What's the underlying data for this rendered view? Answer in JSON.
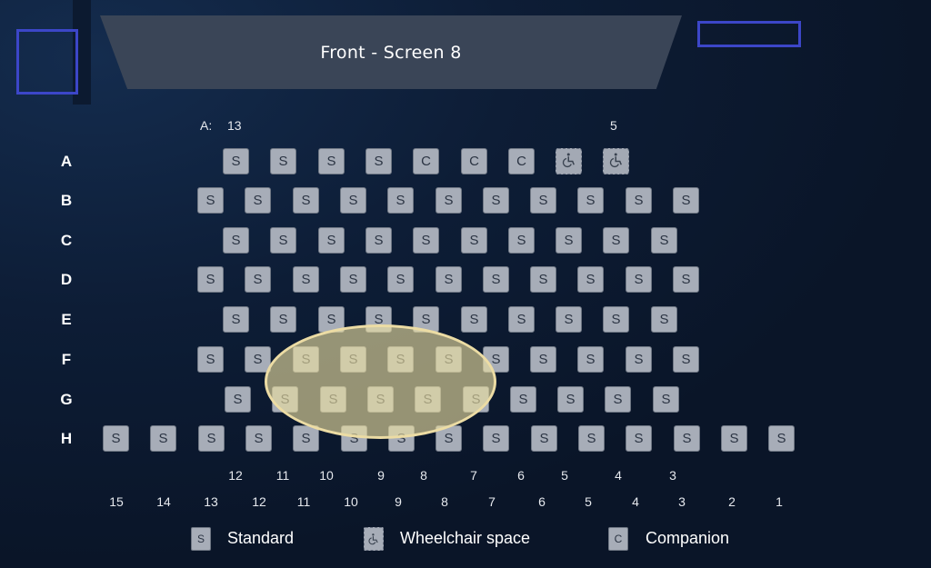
{
  "screen": {
    "label": "Front - Screen 8"
  },
  "annotation": {
    "row": "A:",
    "left_num": "13",
    "right_num": "5"
  },
  "rows": [
    {
      "label": "A",
      "seats": [
        "S",
        "S",
        "S",
        "S",
        "C",
        "C",
        "C",
        "W",
        "W"
      ]
    },
    {
      "label": "B",
      "seats": [
        "S",
        "S",
        "S",
        "S",
        "S",
        "S",
        "S",
        "S",
        "S",
        "S",
        "S"
      ]
    },
    {
      "label": "C",
      "seats": [
        "S",
        "S",
        "S",
        "S",
        "S",
        "S",
        "S",
        "S",
        "S",
        "S"
      ]
    },
    {
      "label": "D",
      "seats": [
        "S",
        "S",
        "S",
        "S",
        "S",
        "S",
        "S",
        "S",
        "S",
        "S",
        "S"
      ]
    },
    {
      "label": "E",
      "seats": [
        "S",
        "S",
        "S",
        "S",
        "S",
        "S",
        "S",
        "S",
        "S",
        "S"
      ]
    },
    {
      "label": "F",
      "seats": [
        "S",
        "S",
        "S",
        "S",
        "S",
        "S",
        "S",
        "S",
        "S",
        "S",
        "S"
      ]
    },
    {
      "label": "G",
      "seats": [
        "S",
        "S",
        "S",
        "S",
        "S",
        "S",
        "S",
        "S",
        "S",
        "S"
      ]
    },
    {
      "label": "H",
      "seats": [
        "S",
        "S",
        "S",
        "S",
        "S",
        "S",
        "S",
        "S",
        "S",
        "S",
        "S",
        "S",
        "S",
        "S",
        "S"
      ]
    }
  ],
  "seat_numbers_g": [
    "12",
    "11",
    "10",
    "9",
    "8",
    "7",
    "6",
    "5",
    "4",
    "3"
  ],
  "seat_numbers_h": [
    "15",
    "14",
    "13",
    "12",
    "11",
    "10",
    "9",
    "8",
    "7",
    "6",
    "5",
    "4",
    "3",
    "2",
    "1"
  ],
  "legend": {
    "standard_symbol": "S",
    "standard_label": "Standard",
    "wheelchair_icon": "wheelchair-icon",
    "wheelchair_label": "Wheelchair space",
    "companion_symbol": "C",
    "companion_label": "Companion"
  },
  "colors": {
    "background": "#0a1528",
    "screen": "#3a4557",
    "seat": "#a7adb8",
    "highlight": "#ecdca4",
    "frame": "#3c46c8"
  }
}
